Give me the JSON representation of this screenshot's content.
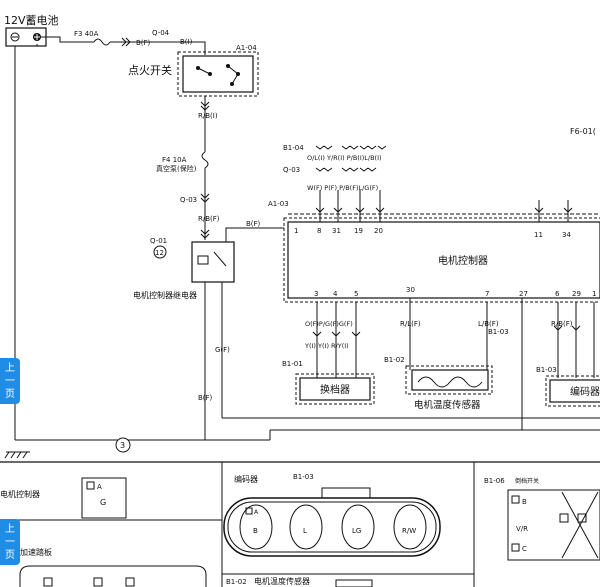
{
  "diagram": {
    "battery": "12V蓄电池",
    "fuse_f3": "F3  40A",
    "fuse_f4": "F4  10A",
    "fuse_f4_sub": "真空泵(保险)",
    "ignition_switch": "点火开关",
    "conn_q04": "Q-04",
    "conn_a104": "A1-04",
    "conn_b1_04": "B1-04",
    "conn_q03": "Q-03",
    "conn_q03b": "Q-03",
    "conn_a103": "A1-03",
    "conn_q01": "Q-01",
    "conn_b1_01": "B1-01",
    "conn_b1_02": "B1-02",
    "conn_b1_03": "B1-03",
    "conn_b1_03b": "B1-03",
    "conn_f601": "F6-01(",
    "relay_label": "电机控制器继电器",
    "controller": "电机控制器",
    "gear_sensor": "换档器",
    "temp_sensor": "电机温度传感器",
    "encoder": "编码器",
    "wire_bf_1": "B(F)",
    "wire_bi": "B(I)",
    "wire_rb_1": "R/B(I)",
    "wire_rb_2": "R/B(F)",
    "wire_bf_2": "B(F)",
    "wire_gf": "G(F)",
    "wire_bf_3": "B(F)",
    "wires_top": "O/L(I) Y/R(I) P/B(I)L/B(I)",
    "wires_second": "W(F)  P(F) P/B(F)L/G(F)",
    "wires_gear_1": "O(F)P/G(F)G(F)",
    "wires_gear_2": "Y(I) Y(I)  R/Y(I)",
    "wire_rl": "R/L(F)",
    "wire_lb": "L/B(F)",
    "wire_rb_enc": "R/B(F)",
    "node_3": "3",
    "node_12": "12",
    "pins_top": [
      "1",
      "8",
      "31",
      "19",
      "20",
      "11",
      "34"
    ],
    "pins_bottom": [
      "3",
      "4",
      "5",
      "30",
      "7",
      "27",
      "6",
      "29",
      "1"
    ],
    "bottom_left_label": "电机控制器",
    "bottom_left_g": "G",
    "bottom_left_a": "A",
    "bottom_left_sub": "加速踏板",
    "encoder_panel_title": "编码器",
    "encoder_panel_conn": "B1-03",
    "encoder_pins": [
      "B",
      "L",
      "LG",
      "R/W"
    ],
    "encoder_pin_a": "A",
    "temp_panel_conn": "B1-02",
    "temp_panel_title": "电机温度传感器",
    "gear_panel_conn": "B1-06",
    "gear_panel_title": "倒档开关",
    "gear_panel_b": "B",
    "gear_panel_wire": "V/R",
    "gear_panel_c": "C"
  },
  "nav": {
    "prev_label_1": "上",
    "prev_label_2": "一",
    "prev_label_3": "页"
  }
}
